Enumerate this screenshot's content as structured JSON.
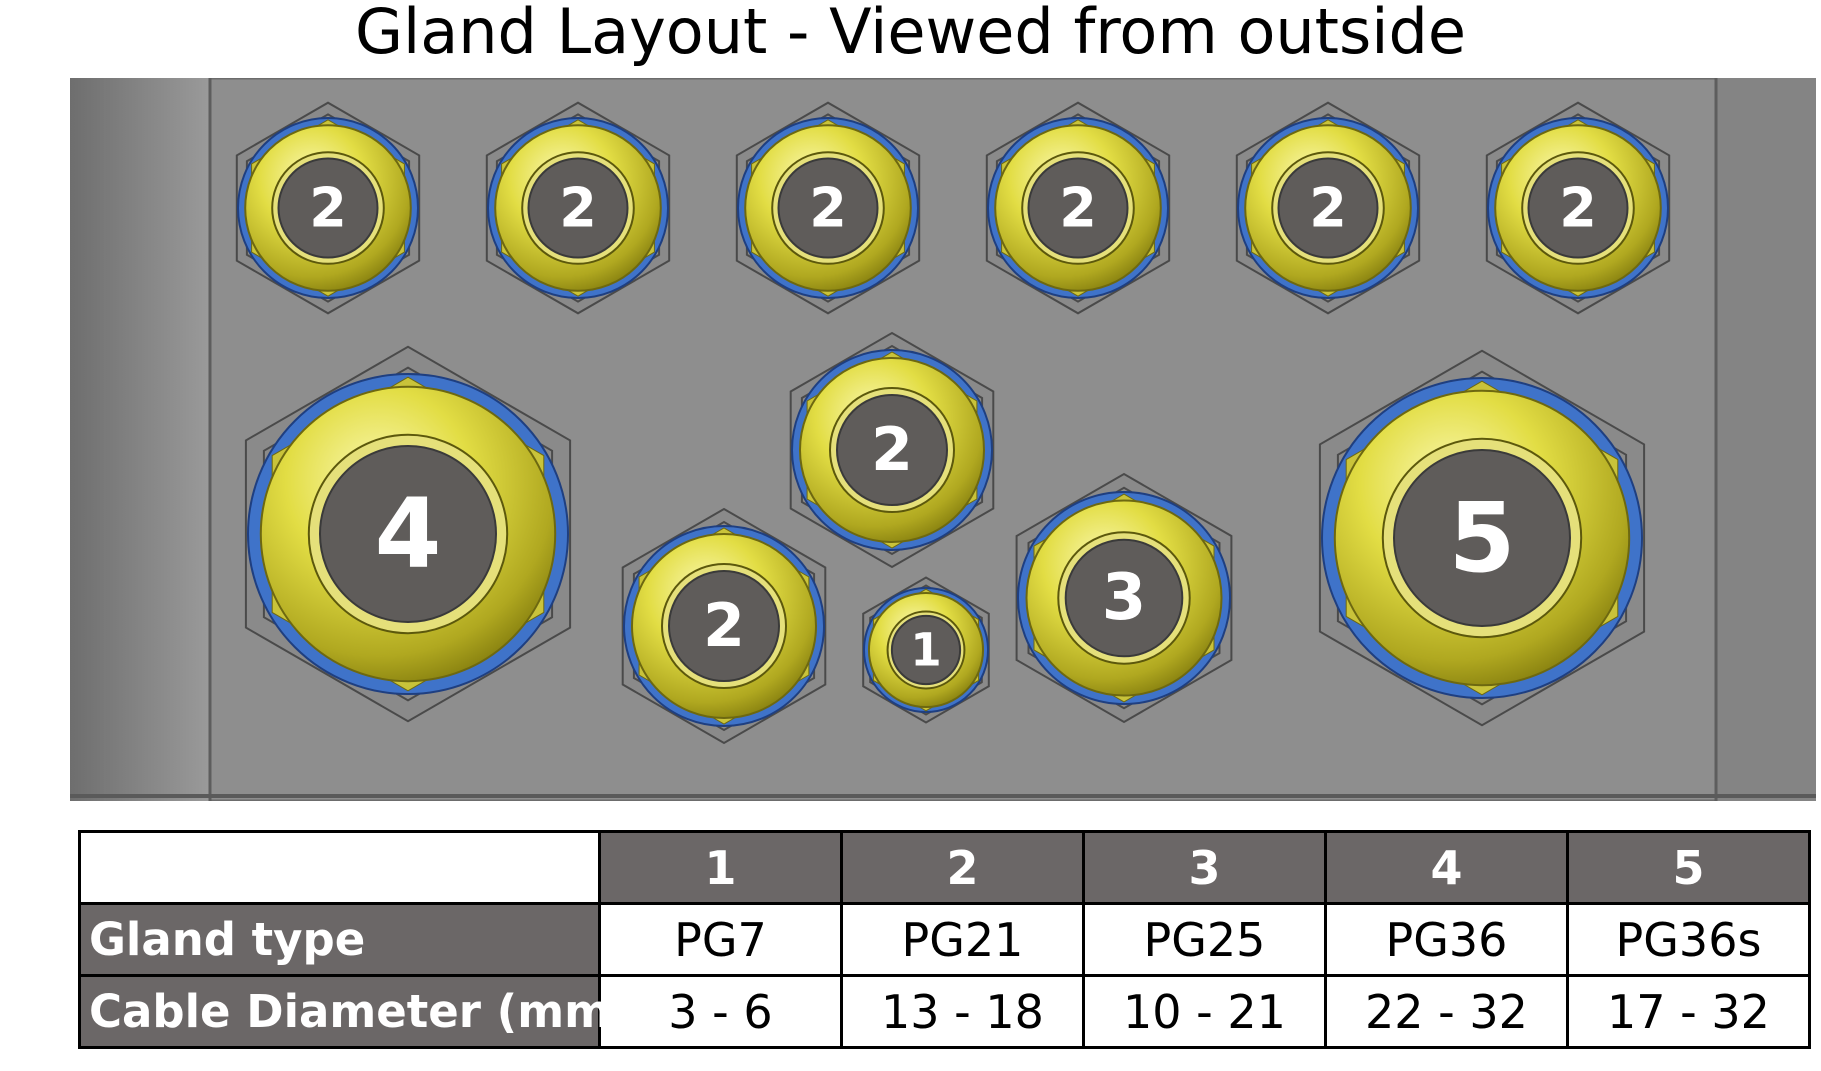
{
  "title": "Gland Layout - Viewed from outside",
  "panel_glands": [
    "2",
    "2",
    "2",
    "2",
    "2",
    "2",
    "4",
    "2",
    "2",
    "1",
    "3",
    "5"
  ],
  "table": {
    "columns": [
      "1",
      "2",
      "3",
      "4",
      "5"
    ],
    "rows": [
      {
        "label": "Gland type",
        "values": [
          "PG7",
          "PG21",
          "PG25",
          "PG36",
          "PG36s"
        ]
      },
      {
        "label": "Cable Diameter (mm)",
        "values": [
          "3 - 6",
          "13 - 18",
          "10 - 21",
          "22 - 32",
          "17 - 32"
        ]
      }
    ]
  },
  "colors": {
    "enclosure": "#8e8e8e",
    "gland_yellow": "#dfdb3c",
    "seal_blue": "#3f73c9",
    "cable_hole": "#5f5c5a",
    "table_header": "#6b6767"
  }
}
